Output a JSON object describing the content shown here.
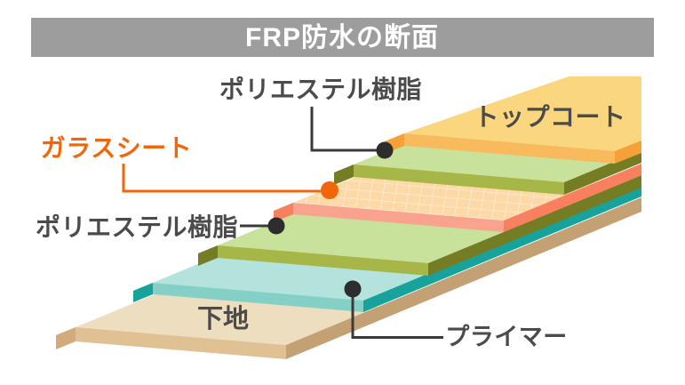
{
  "title": {
    "text": "FRP防水の断面"
  },
  "palette": {
    "background": "#ffffff",
    "title_bar": "#9d9d9d",
    "title_text": "#ffffff",
    "label_text": "#4b4b4b",
    "accent_orange": "#f2660a",
    "connector_line": "#3a3a3a",
    "dot": "#2d2d2d"
  },
  "layers": [
    {
      "id": "topcoat",
      "label": "トップコート",
      "top": "#fad67e",
      "front": "#f8ba5c",
      "side": "#f5a138"
    },
    {
      "id": "polyester-resin-upper",
      "label": "ポリエステル樹脂",
      "top": "#c8e29c",
      "front": "#a6b647",
      "side": "#747d24"
    },
    {
      "id": "glass-sheet",
      "label": "ガラスシート",
      "top": "#fcd9a7",
      "front": "#f9a28d",
      "side": "#f8805f",
      "label_color": "#f2660a"
    },
    {
      "id": "polyester-resin-lower",
      "label": "ポリエステル樹脂",
      "top": "#c8e29c",
      "front": "#a6b647",
      "side": "#747d24"
    },
    {
      "id": "primer",
      "label": "プライマー",
      "top": "#b3e3dc",
      "front": "#84d0c7",
      "side": "#18a29c"
    },
    {
      "id": "base",
      "label": "下地",
      "top": "#eddebf",
      "front": "#dfc193",
      "side": "#c4a075",
      "left": "#d2ab7c"
    }
  ]
}
